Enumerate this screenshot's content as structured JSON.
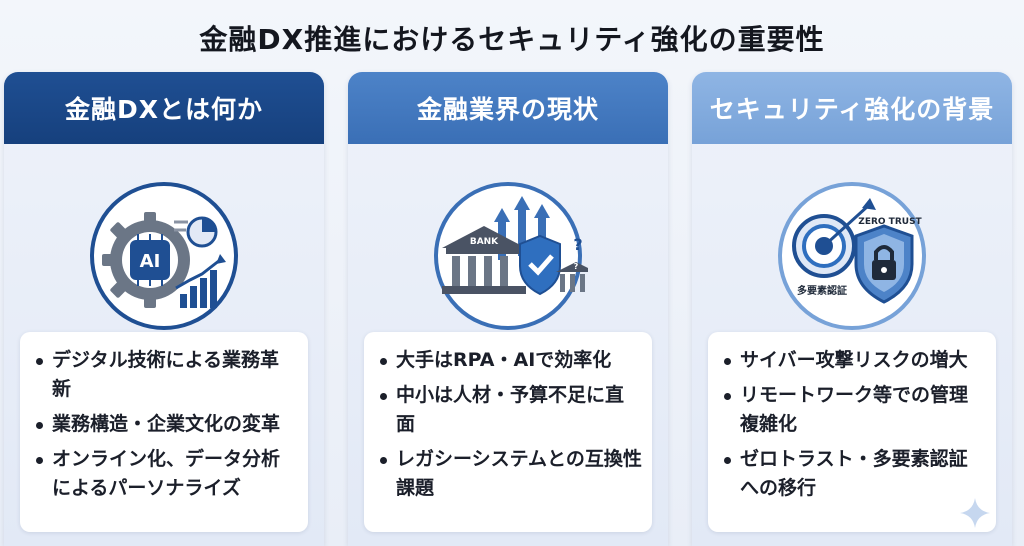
{
  "title": "金融DX推進におけるセキュリティ強化の重要性",
  "panels": [
    {
      "heading": "金融DXとは何か",
      "icon": "gear-ai-analytics-icon",
      "icon_text": "AI",
      "items": [
        "デジタル技術による業務革新",
        "業務構造・企業文化の変革",
        "オンライン化、データ分析によるパーソナライズ"
      ]
    },
    {
      "heading": "金融業界の現状",
      "icon": "bank-shield-icon",
      "icon_text": "BANK",
      "icon_text2": "?",
      "items": [
        "大手はRPA・AIで効率化",
        "中小は人材・予算不足に直面",
        "レガシーシステムとの互換性課題"
      ]
    },
    {
      "heading": "セキュリティ強化の背景",
      "icon": "zero-trust-lock-icon",
      "icon_text": "ZERO TRUST",
      "icon_text2": "多要素認証",
      "items": [
        "サイバー攻撃リスクの増大",
        "リモートワーク等での管理複雑化",
        "ゼロトラスト・多要素認証への移行"
      ]
    }
  ],
  "colors": {
    "panel1_head": "#1f4f93",
    "panel2_head": "#4d83c8",
    "panel3_head": "#8fb5e4",
    "accent": "#2f6fbf"
  }
}
